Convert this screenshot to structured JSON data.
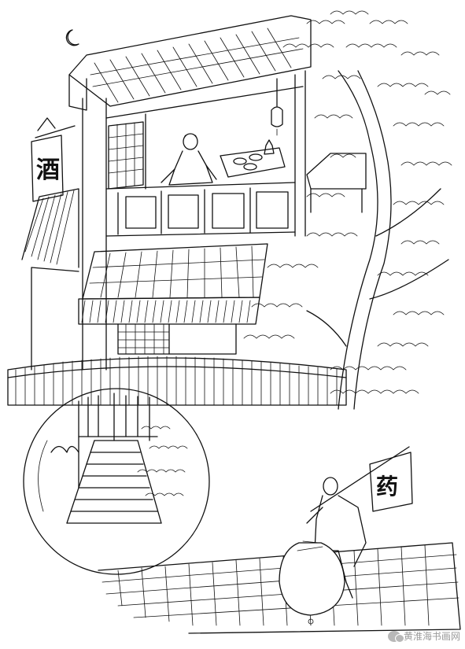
{
  "scene": {
    "wine_flag_text": "酒",
    "medicine_flag_text": "药",
    "watermark_text": "黄淮海书画网"
  }
}
